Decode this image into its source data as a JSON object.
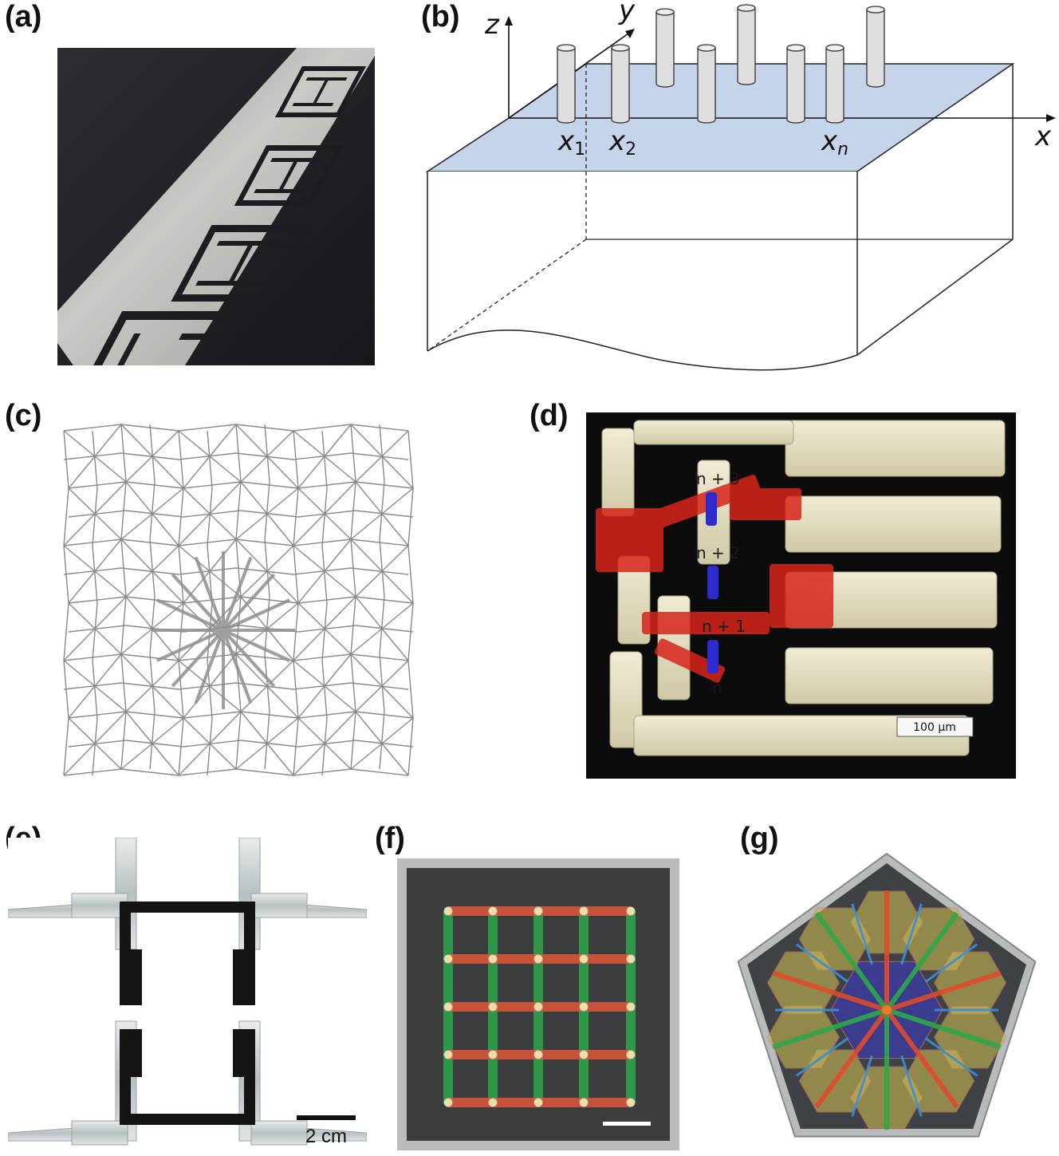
{
  "figure": {
    "panels": [
      {
        "id": "a",
        "label": "(a)"
      },
      {
        "id": "b",
        "label": "(b)"
      },
      {
        "id": "c",
        "label": "(c)"
      },
      {
        "id": "d",
        "label": "(d)"
      },
      {
        "id": "e",
        "label": "(e)"
      },
      {
        "id": "f",
        "label": "(f)"
      },
      {
        "id": "g",
        "label": "(g)"
      }
    ]
  },
  "panel_b": {
    "axis_x": "x",
    "axis_y": "y",
    "axis_z": "z",
    "marker_1": "x",
    "marker_1_sub": "1",
    "marker_2": "x",
    "marker_2_sub": "2",
    "marker_n": "x",
    "marker_n_sub": "n",
    "colors": {
      "surface": "#c5d3eb",
      "cylinder": "#dedede"
    }
  },
  "panel_d": {
    "layer_labels": [
      "n + 3",
      "n + 2",
      "n + 1",
      "n"
    ],
    "scalebar": "100 µm",
    "colors": {
      "lattice": "#e6e2c4",
      "highlight": "#d8241a",
      "rod": "#2b2bd0"
    }
  },
  "panel_e": {
    "scalebar": "2 cm"
  },
  "panel_f": {
    "colors": {
      "horizontal": "#e0563a",
      "vertical": "#2ea84a"
    }
  },
  "panel_g": {
    "colors": {
      "hexagon": "#c8b850",
      "center": "#3b3ba8",
      "spokes": [
        "#e04a2c",
        "#2ea84a",
        "#3a8ed8"
      ]
    }
  }
}
